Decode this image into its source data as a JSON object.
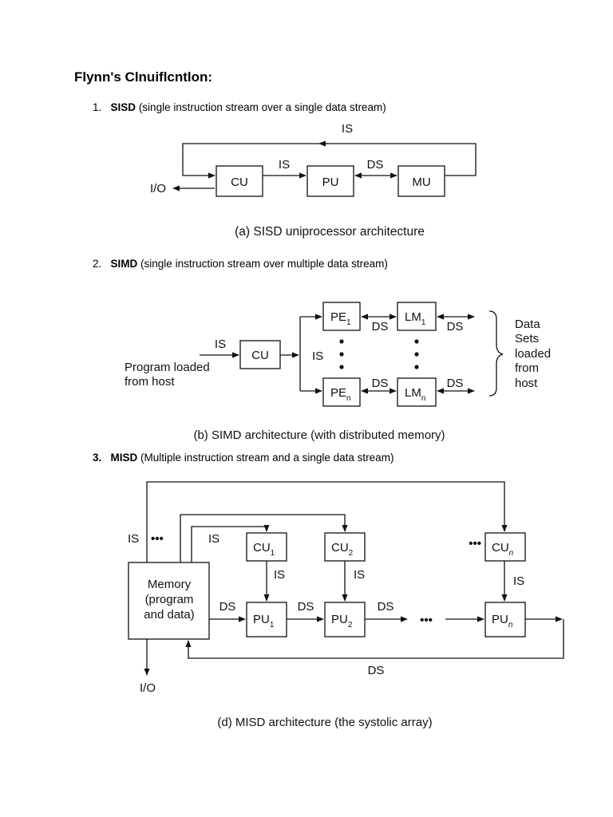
{
  "title": "Flynn's Clnuiflcntlon:",
  "items": [
    {
      "num": "1.",
      "name": "SISD",
      "desc": "(single instruction stream over a single data stream)"
    },
    {
      "num": "2.",
      "name": "SIMD",
      "desc": "(single instruction stream over multiple data stream)"
    },
    {
      "num": "3.",
      "name": "MISD",
      "desc": "(Multiple instruction stream and a single data stream)"
    }
  ],
  "sisd": {
    "is_top": "IS",
    "is": "IS",
    "ds": "DS",
    "io": "I/O",
    "cu": "CU",
    "pu": "PU",
    "mu": "MU",
    "caption": "(a) SISD uniprocessor architecture"
  },
  "simd": {
    "pe": "PE",
    "lm": "LM",
    "sub_1": "1",
    "sub_n": "n",
    "ds": "DS",
    "is": "IS",
    "cu": "CU",
    "program_line1": "Program loaded",
    "program_line2": "from host",
    "data_line1": "Data",
    "data_line2": "Sets",
    "data_line3": "loaded",
    "data_line4": "from",
    "data_line5": "host",
    "caption": "(b) SIMD architecture (with distributed memory)"
  },
  "misd": {
    "is": "IS",
    "ds": "DS",
    "io": "I/O",
    "dots": "•••",
    "memory_line1": "Memory",
    "memory_line2": "(program",
    "memory_line3": "and data)",
    "cu": "CU",
    "pu": "PU",
    "sub_1": "1",
    "sub_2": "2",
    "sub_n": "n",
    "caption": "(d) MISD architecture (the systolic array)"
  }
}
